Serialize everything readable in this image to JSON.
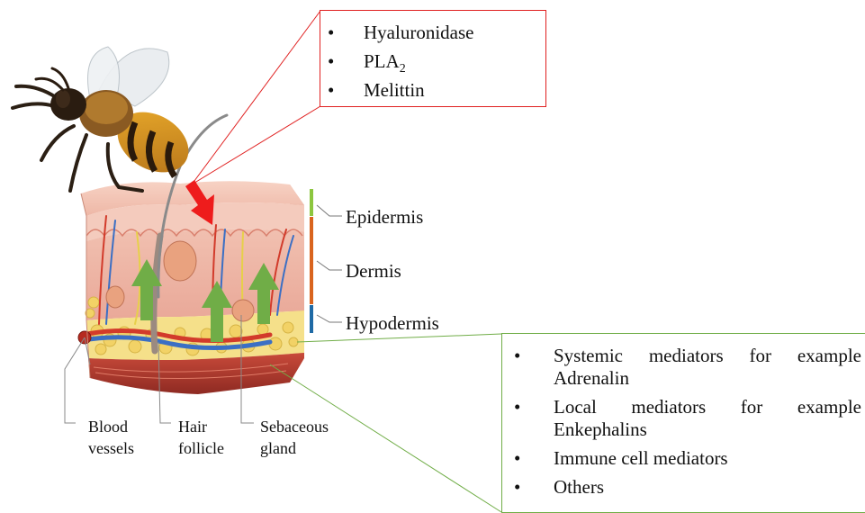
{
  "venom_components": {
    "items": [
      "Hyaluronidase",
      "PLA",
      "Melittin"
    ],
    "pla_subscript": "2",
    "bullet": "•",
    "border_color": "#e02020"
  },
  "skin_layers": [
    {
      "label": "Epidermis",
      "color": "#8cc63f"
    },
    {
      "label": "Dermis",
      "color": "#d9641e"
    },
    {
      "label": "Hypodermis",
      "color": "#1f6aa5"
    }
  ],
  "structures": {
    "blood_vessels": "Blood\nvessels",
    "hair_follicle": "Hair\nfollicle",
    "sebaceous_gland": "Sebaceous\ngland"
  },
  "mediators": {
    "items": [
      "Systemic mediators for example Adrenalin",
      "Local mediators for example Enkephalins",
      "Immune cell mediators",
      "Others"
    ],
    "bullet": "•",
    "border_color": "#70ad47"
  },
  "arrows": {
    "injection_color": "#ee1c1c",
    "mediator_release_color": "#70ad47"
  }
}
